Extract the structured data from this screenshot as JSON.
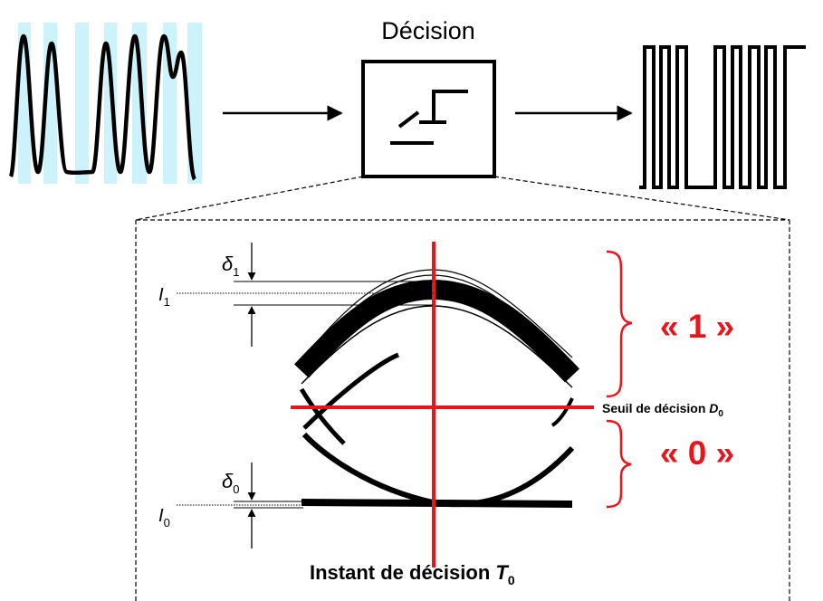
{
  "decision_title": "Décision",
  "delta_symbol": "δ",
  "delta1_sub": "1",
  "delta0_sub": "0",
  "level_symbol": "I",
  "i1_sub": "1",
  "i0_sub": "0",
  "one_label": "« 1 »",
  "zero_label": "« 0 »",
  "threshold_label": "Seuil de décision ",
  "threshold_symbol": "D",
  "threshold_sub": "0",
  "instant_label": "Instant de décision ",
  "instant_symbol": "T",
  "instant_sub": "0",
  "colors": {
    "red": "#e8161c",
    "cyan": "#ccf3fb",
    "black": "#000000"
  }
}
